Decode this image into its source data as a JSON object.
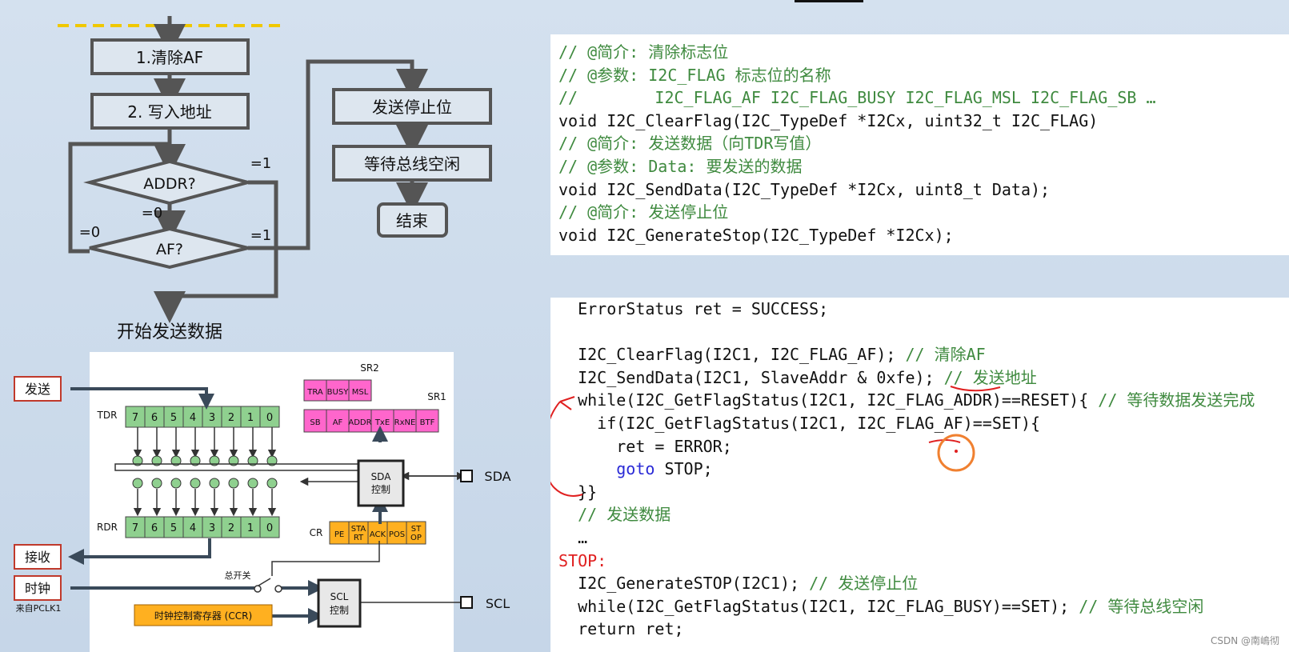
{
  "flowchart": {
    "step1": "1.清除AF",
    "step2": "2. 写入地址",
    "decision_addr": "ADDR?",
    "decision_af": "AF?",
    "label_addr_1": "=1",
    "label_addr_0": "=0",
    "label_af_0": "=0",
    "label_af_1": "=1",
    "stop": "发送停止位",
    "wait_idle": "等待总线空闲",
    "end": "结束",
    "start_send": "开始发送数据"
  },
  "block": {
    "send": "发送",
    "recv": "接收",
    "clock": "时钟",
    "from_pclk": "来自PCLK1",
    "tdr": "TDR",
    "rdr": "RDR",
    "cr": "CR",
    "sr1": "SR1",
    "sr2": "SR2",
    "bits": [
      "7",
      "6",
      "5",
      "4",
      "3",
      "2",
      "1",
      "0"
    ],
    "sr2_bits": [
      "TRA",
      "BUSY",
      "MSL"
    ],
    "sr1_bits": [
      "SB",
      "AF",
      "ADDR",
      "TxE",
      "RxNE",
      "BTF"
    ],
    "cr_bits": [
      "PE",
      "STA RT",
      "ACK",
      "POS",
      "ST OP"
    ],
    "sda_ctrl": [
      "SDA",
      "控制"
    ],
    "scl_ctrl": [
      "SCL",
      "控制"
    ],
    "sda": "SDA",
    "scl": "SCL",
    "main_switch": "总开关",
    "ccr": "时钟控制寄存器 (CCR)",
    "colors": {
      "green": "#8fd08f",
      "pink": "#ff66cc",
      "orange": "#ffb020",
      "red": "#c0392b"
    }
  },
  "code1": [
    {
      "t": "// @简介: 清除标志位",
      "cls": "cm"
    },
    {
      "t": "// @参数: I2C_FLAG 标志位的名称",
      "cls": "cm"
    },
    {
      "t": "//        I2C_FLAG_AF I2C_FLAG_BUSY I2C_FLAG_MSL I2C_FLAG_SB …",
      "cls": "cm"
    },
    {
      "t": "void I2C_ClearFlag(I2C_TypeDef *I2Cx, uint32_t I2C_FLAG)",
      "cls": ""
    },
    {
      "t": "// @简介: 发送数据（向TDR写值）",
      "cls": "cm"
    },
    {
      "t": "// @参数: Data: 要发送的数据",
      "cls": "cm"
    },
    {
      "t": "void I2C_SendData(I2C_TypeDef *I2Cx, uint8_t Data);",
      "cls": ""
    },
    {
      "t": "// @简介: 发送停止位",
      "cls": "cm"
    },
    {
      "t": "void I2C_GenerateStop(I2C_TypeDef *I2Cx);",
      "cls": ""
    }
  ],
  "code2": [
    [
      {
        "t": "  ErrorStatus ret = SUCCESS;",
        "cls": ""
      }
    ],
    [
      {
        "t": "",
        "cls": ""
      }
    ],
    [
      {
        "t": "  I2C_ClearFlag(I2C1, I2C_FLAG_AF); ",
        "cls": ""
      },
      {
        "t": "// 清除AF",
        "cls": "cm"
      }
    ],
    [
      {
        "t": "  I2C_SendData(I2C1, SlaveAddr & 0xfe); ",
        "cls": ""
      },
      {
        "t": "// 发送地址",
        "cls": "cm"
      }
    ],
    [
      {
        "t": "  while(I2C_GetFlagStatus(I2C1, I2C_FLAG_ADDR)==RESET){ ",
        "cls": ""
      },
      {
        "t": "// 等待数据发送完成",
        "cls": "cm"
      }
    ],
    [
      {
        "t": "    if(I2C_GetFlagStatus(I2C1, I2C_FLAG_AF)==SET){",
        "cls": ""
      }
    ],
    [
      {
        "t": "      ret = ERROR;",
        "cls": ""
      }
    ],
    [
      {
        "t": "      ",
        "cls": ""
      },
      {
        "t": "goto",
        "cls": "kw"
      },
      {
        "t": " STOP;",
        "cls": ""
      }
    ],
    [
      {
        "t": "  }}",
        "cls": ""
      }
    ],
    [
      {
        "t": "  ",
        "cls": ""
      },
      {
        "t": "// 发送数据",
        "cls": "cm"
      }
    ],
    [
      {
        "t": "  …",
        "cls": ""
      }
    ],
    [
      {
        "t": "STOP:",
        "cls": "lbl"
      }
    ],
    [
      {
        "t": "  I2C_GenerateSTOP(I2C1); ",
        "cls": ""
      },
      {
        "t": "// 发送停止位",
        "cls": "cm"
      }
    ],
    [
      {
        "t": "  while(I2C_GetFlagStatus(I2C1, I2C_FLAG_BUSY)==SET); ",
        "cls": ""
      },
      {
        "t": "// 等待总线空闲",
        "cls": "cm"
      }
    ],
    [
      {
        "t": "  return ret;",
        "cls": ""
      }
    ]
  ],
  "watermark": "CSDN @南嶋彻"
}
